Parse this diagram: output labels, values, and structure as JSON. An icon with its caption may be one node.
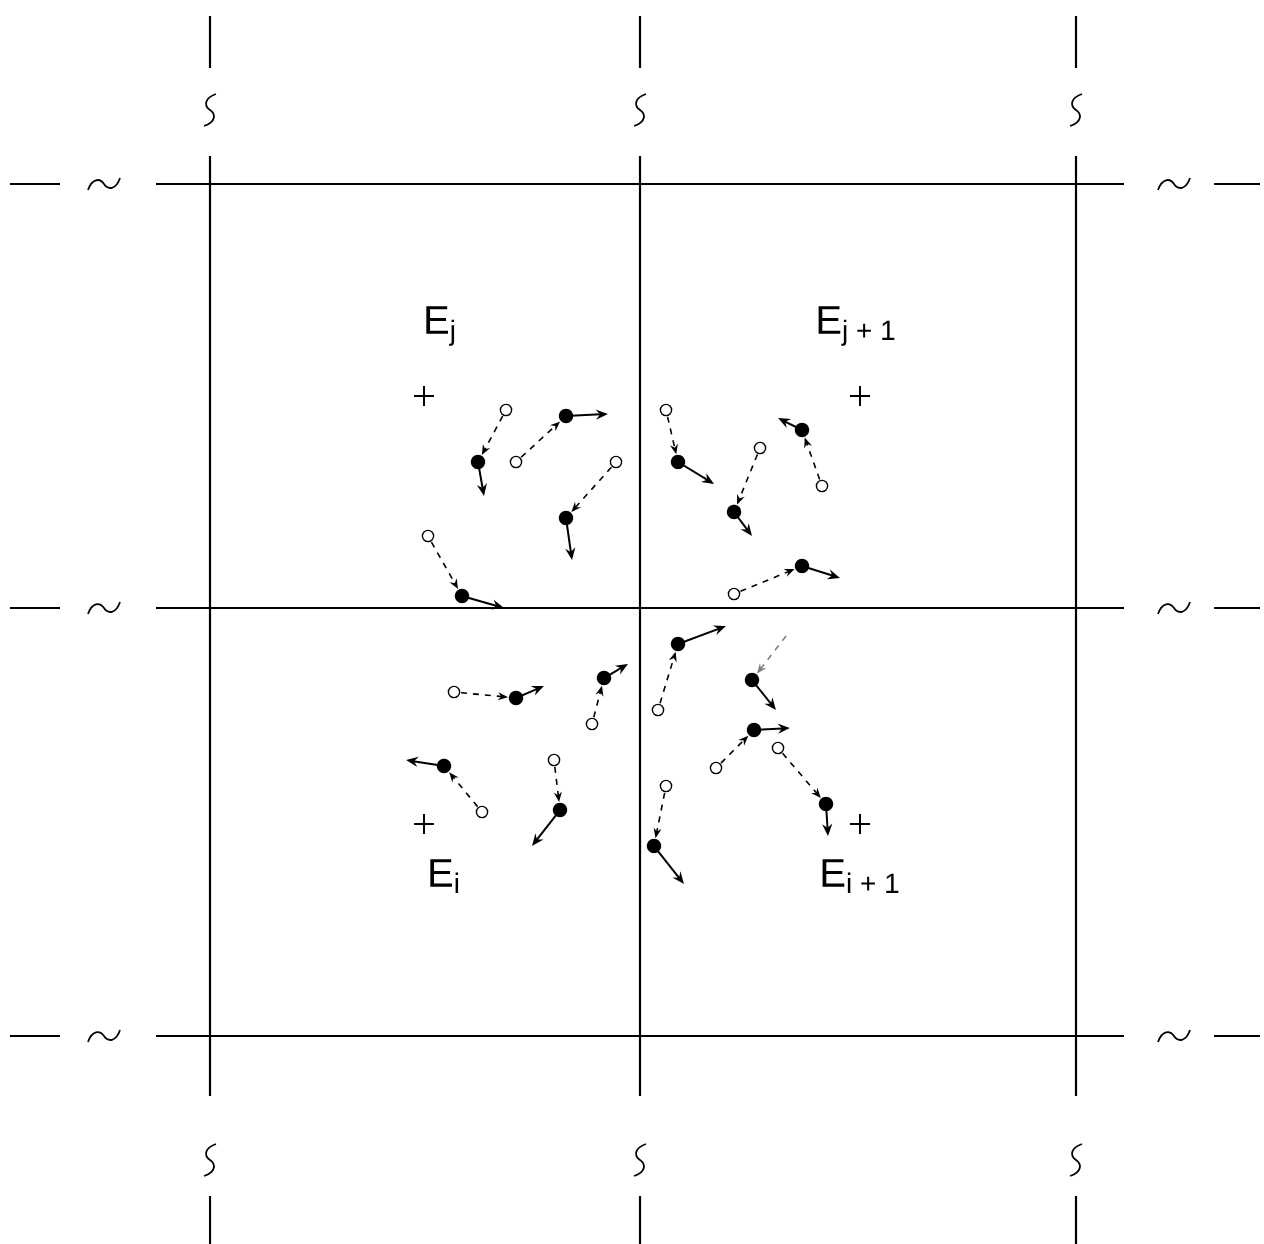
{
  "diagram": {
    "labels": [
      "E$_{j}$",
      "E$_{j + 1}$",
      "E$_{i}$",
      "E$_{i + 1}$"
    ]
  }
}
